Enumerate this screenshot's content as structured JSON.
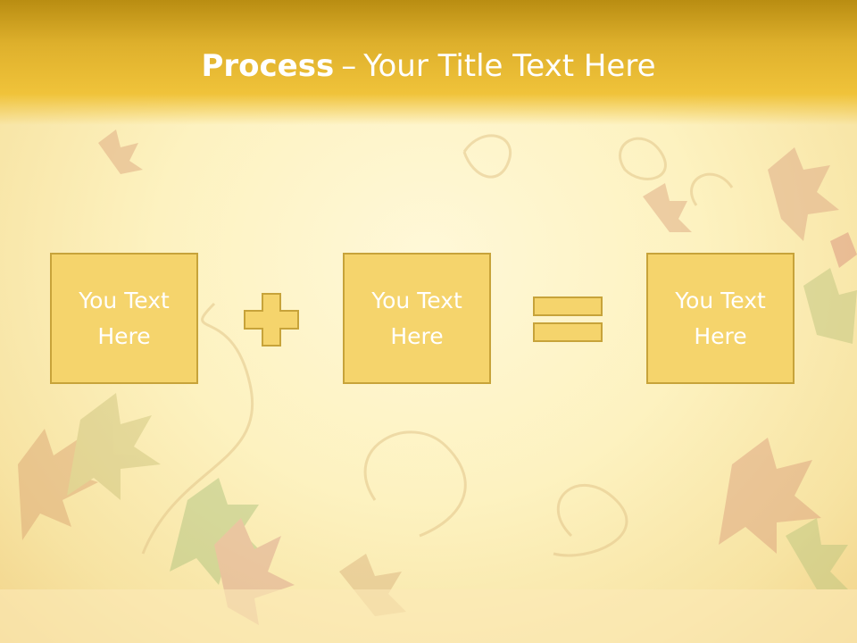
{
  "header": {
    "title_bold": "Process",
    "title_dash": "–",
    "title_rest": "Your Title Text Here"
  },
  "boxes": [
    {
      "label": "You Text Here"
    },
    {
      "label": "You Text Here"
    },
    {
      "label": "You Text Here"
    }
  ],
  "operators": [
    "plus",
    "equals"
  ],
  "colors": {
    "header_top": "#b98d12",
    "header_bottom": "#f0c33a",
    "box_fill": "#f5d46c",
    "box_border": "#c7a33a",
    "text": "#ffffff",
    "background": "#fdf3c4"
  }
}
